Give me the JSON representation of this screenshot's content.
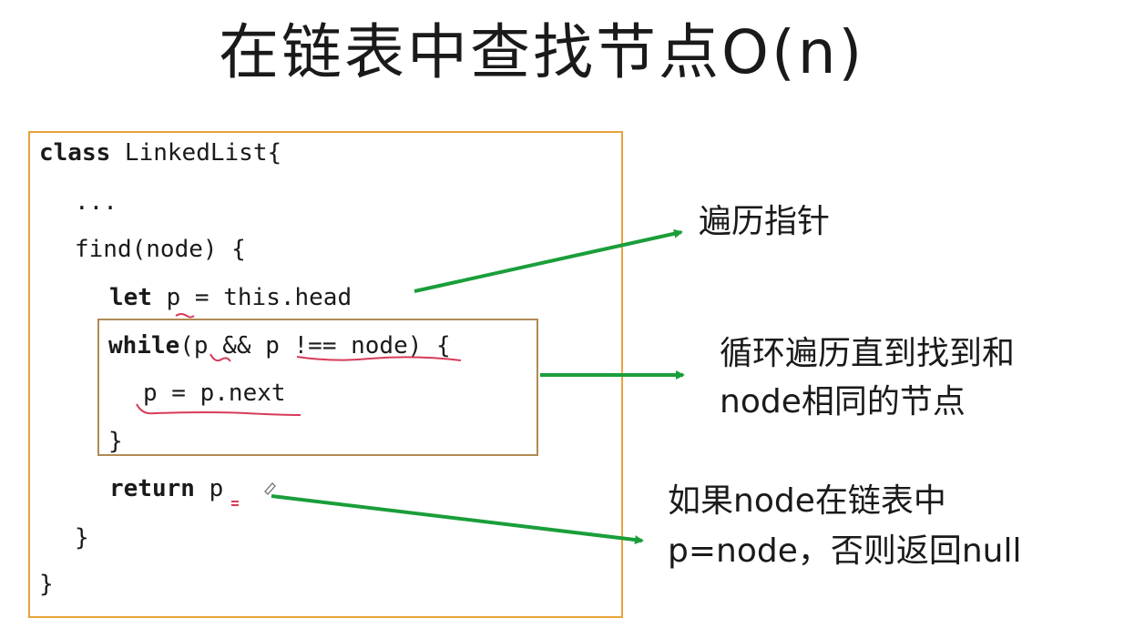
{
  "title": "在链表中查找节点O(n)",
  "code": {
    "line1_kw": "class",
    "line1_rest": " LinkedList{",
    "line2": "...",
    "line3": "find(node) {",
    "line4_kw": "let",
    "line4_rest": " p = this.head",
    "line5_kw": "while",
    "line5_rest": "(p && p !== node) {",
    "line6": "p = p.next",
    "line7": "}",
    "line8_kw": "return",
    "line8_rest": " p",
    "line9": "}",
    "line10": "}"
  },
  "annotations": {
    "pointer": "遍历指针",
    "loop_line1": "循环遍历直到找到和",
    "loop_line2": "node相同的节点",
    "result_line1": "如果node在链表中",
    "result_line2": "p=node，否则返回null"
  },
  "colors": {
    "code_box_border": "#e8a33c",
    "inner_box_border": "#b08a55",
    "arrow": "#1a9e3a",
    "underline": "#d63b5a"
  }
}
